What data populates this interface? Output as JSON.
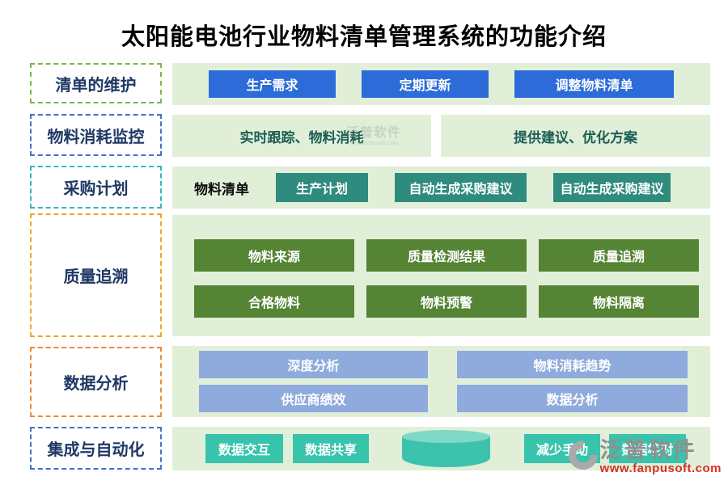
{
  "title": "太阳能电池行业物料清单管理系统的功能介绍",
  "sidebar": {
    "items": [
      {
        "label": "清单的维护",
        "border_color": "#7cb944"
      },
      {
        "label": "物料消耗监控",
        "border_color": "#4472c4"
      },
      {
        "label": "采购计划",
        "border_color": "#31b8ba"
      },
      {
        "label": "质量追溯",
        "border_color": "#edaa20"
      },
      {
        "label": "数据分析",
        "border_color": "#ed8a36"
      },
      {
        "label": "集成与自动化",
        "border_color": "#4472c4"
      }
    ]
  },
  "maintenance": {
    "buttons": [
      "生产需求",
      "定期更新",
      "调整物料清单"
    ]
  },
  "monitoring": {
    "panels": [
      "实时跟踪、物料消耗",
      "提供建议、优化方案"
    ]
  },
  "procurement": {
    "label": "物料清单",
    "buttons": [
      "生产计划",
      "自动生成采购建议",
      "自动生成采购建议"
    ]
  },
  "quality": {
    "buttons": [
      "物料来源",
      "质量检测结果",
      "质量追溯",
      "合格物料",
      "物料预警",
      "物料隔离"
    ]
  },
  "analysis": {
    "buttons": [
      "深度分析",
      "物料消耗趋势",
      "供应商绩效",
      "数据分析"
    ]
  },
  "integration": {
    "buttons": [
      "数据交互",
      "数据共享",
      "减少手动",
      "数据核对"
    ],
    "cylinder_icon": "database-cylinder"
  },
  "watermark": {
    "brand": "泛普软件",
    "url": "www.fanpusoft.com"
  },
  "colors": {
    "row_background": "#e1efd8",
    "primary_blue": "#2c6bd8",
    "teal": "#2e8b7e",
    "green": "#548434",
    "periwinkle": "#8faadc",
    "bright_teal": "#38c3ac",
    "label_text": "#1f3864",
    "monitoring_text": "#1b5e55",
    "watermark_gray": "#8f8f8f",
    "watermark_red": "#d93025"
  }
}
